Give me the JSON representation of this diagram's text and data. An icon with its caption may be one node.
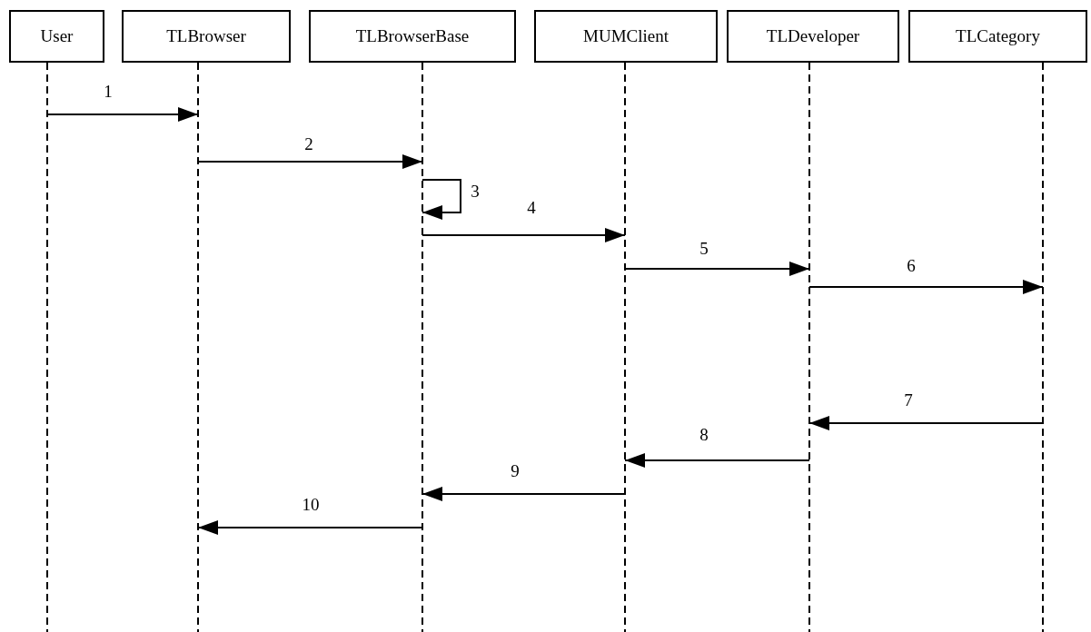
{
  "diagram": {
    "nodes": [
      {
        "text": [
          "User"
        ]
      },
      {
        "text": [
          "TLBrowser"
        ]
      },
      {
        "text": [
          "TLBrowserBase"
        ]
      },
      {
        "text": [
          "MUMClient"
        ]
      },
      {
        "text": [
          "TLDeveloper"
        ]
      },
      {
        "text": [
          "TLCategory"
        ]
      }
    ],
    "edges": [
      {
        "from": 0,
        "to": 1,
        "arrow": "to",
        "label": "1"
      },
      {
        "from": 1,
        "to": 2,
        "arrow": "to",
        "label": "2"
      },
      {
        "from": 2,
        "to": 2,
        "arrow": "to",
        "label": "3"
      },
      {
        "from": 2,
        "to": 3,
        "arrow": "to",
        "label": "4"
      },
      {
        "from": 3,
        "to": 4,
        "arrow": "to",
        "label": "5"
      },
      {
        "from": 4,
        "to": 5,
        "arrow": "to",
        "label": "6"
      },
      {
        "from": 5,
        "to": 4,
        "arrow": "to",
        "label": "7"
      },
      {
        "from": 4,
        "to": 3,
        "arrow": "to",
        "label": "8"
      },
      {
        "from": 3,
        "to": 2,
        "arrow": "to",
        "label": "9"
      },
      {
        "from": 2,
        "to": 1,
        "arrow": "to",
        "label": "10"
      }
    ]
  }
}
